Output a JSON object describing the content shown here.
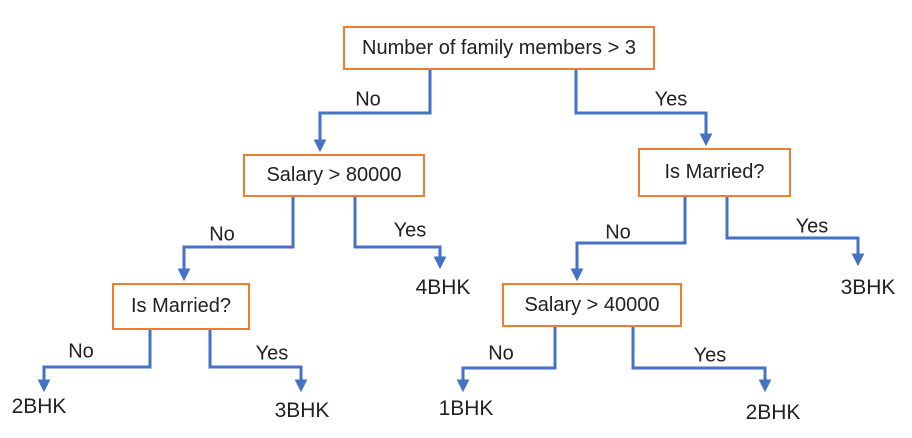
{
  "diagram_type": "decision-tree",
  "labels": {
    "no": "No",
    "yes": "Yes"
  },
  "tree": {
    "question": "Number of family members > 3",
    "no": {
      "question": "Salary > 80000",
      "no": {
        "question": "Is Married?",
        "no": "2BHK",
        "yes": "3BHK"
      },
      "yes": "4BHK"
    },
    "yes": {
      "question": "Is Married?",
      "no": {
        "question": "Salary > 40000",
        "no": "1BHK",
        "yes": "2BHK"
      },
      "yes": "3BHK"
    }
  },
  "colors": {
    "box_border": "#ED7D31",
    "connector": "#4472C4",
    "text": "#212121",
    "background": "#FFFFFF"
  }
}
